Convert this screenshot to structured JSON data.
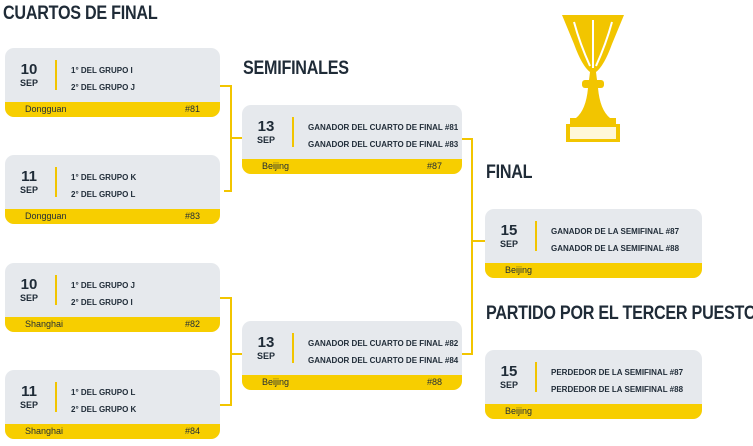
{
  "titles": {
    "qf": "CUARTOS DE FINAL",
    "sf": "SEMIFINALES",
    "final": "FINAL",
    "third": "PARTIDO POR EL TERCER PUESTO"
  },
  "colors": {
    "accent": "#f7ce00",
    "card": "#e6e9ed"
  },
  "icons": {
    "trophy": "trophy-icon"
  },
  "matches": [
    {
      "day": "10",
      "month": "SEP",
      "team1": "1° DEL GRUPO I",
      "team2": "2° DEL GRUPO J",
      "city": "Dongguan",
      "num": "#81"
    },
    {
      "day": "11",
      "month": "SEP",
      "team1": "1° DEL GRUPO K",
      "team2": "2° DEL GRUPO L",
      "city": "Dongguan",
      "num": "#83"
    },
    {
      "day": "10",
      "month": "SEP",
      "team1": "1° DEL GRUPO J",
      "team2": "2° DEL GRUPO I",
      "city": "Shanghai",
      "num": "#82"
    },
    {
      "day": "11",
      "month": "SEP",
      "team1": "1° DEL GRUPO L",
      "team2": "2° DEL GRUPO K",
      "city": "Shanghai",
      "num": "#84"
    },
    {
      "day": "13",
      "month": "SEP",
      "team1": "GANADOR DEL CUARTO DE FINAL #81",
      "team2": "GANADOR DEL CUARTO DE FINAL #83",
      "city": "Beijing",
      "num": "#87"
    },
    {
      "day": "13",
      "month": "SEP",
      "team1": "GANADOR DEL CUARTO DE FINAL #82",
      "team2": "GANADOR DEL CUARTO DE FINAL #84",
      "city": "Beijing",
      "num": "#88"
    },
    {
      "day": "15",
      "month": "SEP",
      "team1": "GANADOR DE LA SEMIFINAL #87",
      "team2": "GANADOR DE LA SEMIFINAL #88",
      "city": "Beijing",
      "num": ""
    },
    {
      "day": "15",
      "month": "SEP",
      "team1": "PERDEDOR DE LA SEMIFINAL #87",
      "team2": "PERDEDOR DE LA SEMIFINAL #88",
      "city": "Beijing",
      "num": ""
    }
  ]
}
